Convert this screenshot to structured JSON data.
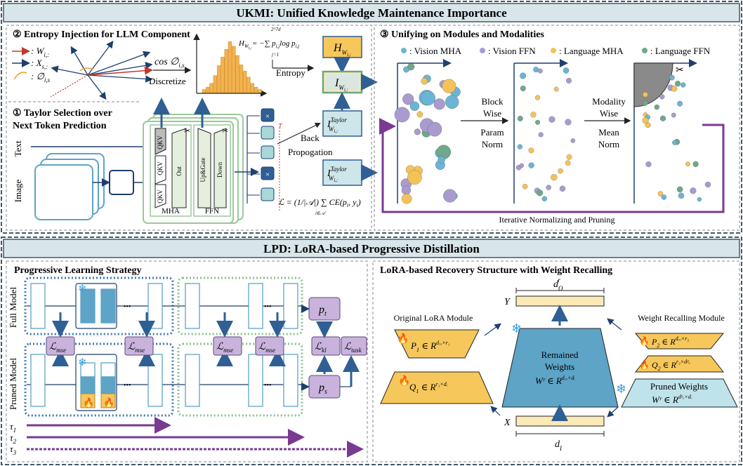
{
  "ukmi": {
    "title": "UKMI: Unified Knowledge Maintenance Importance",
    "entropy": {
      "heading": "② Entropy Injection for LLM Component",
      "legend_w": ": W",
      "legend_w_sub": "i,:",
      "legend_x": ": X",
      "legend_x_sub": "s,:",
      "legend_phi": ": ∅",
      "legend_phi_sub": "i,s",
      "cos": "cos ∅",
      "cos_sub": "i,s",
      "discretize": "Discretize",
      "formula_lhs": "H",
      "formula_lhs_sub": "W",
      "formula_lhs_subsub": "i,:",
      "formula_sum_top": "2^7d",
      "formula_sum_bottom": "j=1",
      "formula_rhs": "= −∑ p",
      "formula_rhs_tail": "log p",
      "formula_ij": "i,j",
      "entropy_label": "Entropy",
      "hist_heights": [
        4,
        7,
        12,
        22,
        35,
        46,
        56,
        66,
        60,
        48,
        36,
        28,
        20,
        12,
        7,
        4
      ]
    },
    "boxes": {
      "h_label": "H",
      "h_sub": "W",
      "h_subsub": "i,:",
      "i_label": "I",
      "i_sub": "W",
      "i_subsub": "i,:",
      "itaylor_label": "I",
      "itaylor_sup": "Taylor",
      "itaylor_sub": "W",
      "itaylor_subsub": "i,:"
    },
    "taylor": {
      "heading_line1": "① Taylor Selection over",
      "heading_line2": "Next Token Prediction",
      "text_label": "Text",
      "image_label": "Image",
      "qkv": "QKV",
      "out": "Out",
      "up_gate": "Up&Gate",
      "down": "Down",
      "mha": "MHA",
      "ffn": "FFN",
      "back_prop_1": "Back",
      "back_prop_2": "Propogation",
      "t_label": "T",
      "loss": "ℒ = (1/|𝒜|) ∑ CE(p",
      "loss_tail": ", y",
      "loss_sum_sub": "i∈𝒜",
      "times": "×"
    },
    "unify": {
      "heading": "③ Unifying on Modules and Modalities",
      "legend": [
        {
          "label": ": Vision MHA",
          "color": "#6bb4d6"
        },
        {
          "label": ": Vision FFN",
          "color": "#a99bd0"
        },
        {
          "label": ": Language MHA",
          "color": "#f3c35a"
        },
        {
          "label": ": Language FFN",
          "color": "#6fa88a"
        }
      ],
      "block_wise": [
        "Block",
        "Wise"
      ],
      "param_norm": [
        "Param",
        "Norm"
      ],
      "modality_wise": [
        "Modality",
        "Wise"
      ],
      "mean_norm": [
        "Mean",
        "Norm"
      ],
      "iterative": "Iterative Normalizing and Pruning"
    }
  },
  "lpd": {
    "title": "LPD: LoRA-based Progressive Distillation",
    "strategy": {
      "heading": "Progressive Learning Strategy",
      "full_model": "Full Model",
      "pruned_model": "Pruned Model",
      "lmse": "ℒ",
      "lmse_sub": "mse",
      "lkl_sub": "kl",
      "ltask_sub": "task",
      "pt": "p",
      "pt_sub": "t",
      "ps": "p",
      "ps_sub": "s",
      "dots": "•••",
      "tau1": "τ",
      "tau1_sub": "1",
      "tau2_sub": "2",
      "tau3_sub": "3"
    },
    "lora": {
      "heading": "LoRA-based Recovery Structure with Weight Recalling",
      "original": "Original LoRA Module",
      "recalling": "Weight Recalling Module",
      "p1": "P",
      "p1_sub": "1",
      "p1_set": " ∈ R",
      "p1_sup": "dᵣₒ×r₁",
      "q1": "Q",
      "q1_sub": "1",
      "q1_sup": "r₁×dᵢ",
      "p2_sub": "2",
      "p2_sup": "dᵣₒ×r₂",
      "q2_sub": "2",
      "q2_sup": "r₂×dᵖₒ",
      "remained_1": "Remained",
      "remained_2": "Weights",
      "remained_3": "Wʳ ∈ R",
      "remained_sup": "dᵣₒ×dᵢ",
      "pruned_1": "Pruned Weights",
      "pruned_2": "Wʳ ∈ R",
      "pruned_sup": "dᵖₒ×dᵢ",
      "y": "Y",
      "x": "X",
      "d_o": "d",
      "d_o_sub": "O",
      "d_o_sup": "r",
      "d_i": "d",
      "d_i_sub": "I",
      "plus": "+"
    }
  },
  "colors": {
    "title_bg": "#d8e6ea",
    "blue_dot": "#3f78b5",
    "green_dot": "#5a9a6a",
    "purple": "#7a3a92",
    "light_blue": "#bfe3ea",
    "mid_blue": "#5da4c6",
    "yellow": "#f6c75b",
    "lilac": "#c9b3dd",
    "light_yellow": "#fbeab6",
    "light_green_fill": "#e4f0dd"
  }
}
